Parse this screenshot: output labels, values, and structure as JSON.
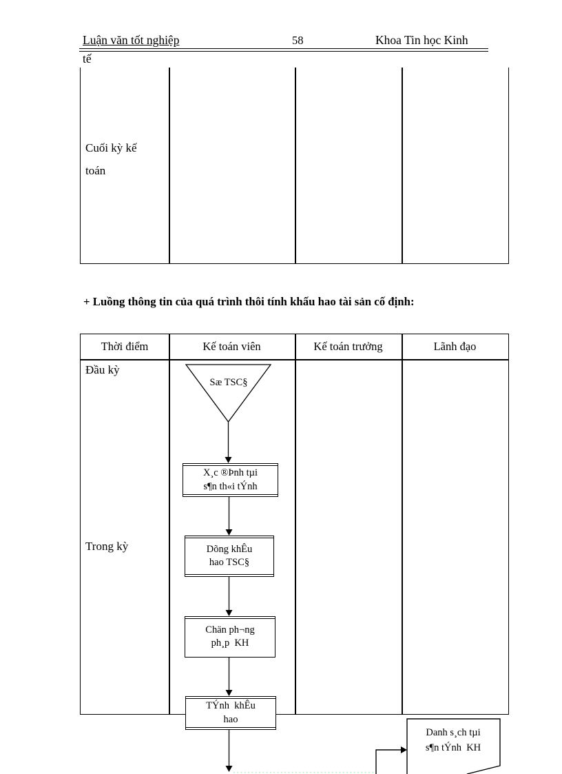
{
  "header": {
    "left_title": "Luận văn tốt nghiệp",
    "page_number": "58",
    "right_title": "Khoa Tin học Kinh",
    "right_title_wrap": "tế"
  },
  "top_table": {
    "row_label": "Cuối kỳ kế toán"
  },
  "section": {
    "heading": "+ Luồng thông tin của quá trình thôi tính khấu hao tài sản cố định:"
  },
  "flow_table": {
    "columns": [
      "Thời điểm",
      "Kế toán viên",
      "Kế toán trưởng",
      "Lãnh đạo"
    ],
    "rows": [
      "Đầu kỳ",
      "Trong kỳ"
    ]
  },
  "flowchart": {
    "source_store": "Sæ TSC§",
    "steps": [
      {
        "line1": "X¸c ®Þnh tµi",
        "line2": "s¶n th«i tÝnh"
      },
      {
        "line1": "Dõng khÊu",
        "line2": "hao TSC§"
      },
      {
        "line1": "Chän ph¬ng",
        "line2": "ph¸p  KH"
      },
      {
        "line1": "TÝnh  khÊu",
        "line2": "hao"
      }
    ],
    "output_document": {
      "line1": "Danh s¸ch tµi",
      "line2": "s¶n tÝnh  KH"
    }
  },
  "colors": {
    "ink": "#000000",
    "dotted_connector": "#b9ecc9"
  }
}
